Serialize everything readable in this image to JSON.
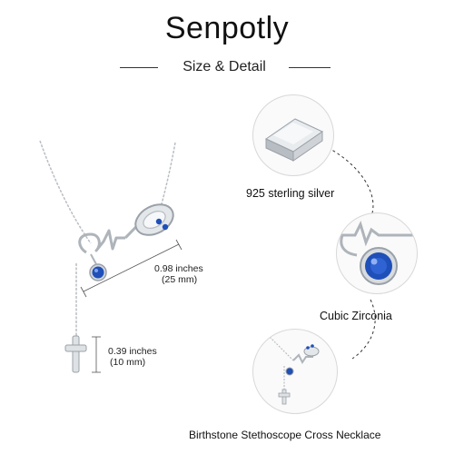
{
  "header": {
    "brand": "Senpotly",
    "subtitle": "Size & Detail"
  },
  "dimensions": {
    "pendant_width": "0.98 inches",
    "pendant_width_mm": "(25 mm)",
    "cross_height": "0.39 inches",
    "cross_height_mm": "(10 mm)"
  },
  "details": [
    {
      "caption": "925 sterling silver"
    },
    {
      "caption": "Cubic Zirconia"
    },
    {
      "caption": "Birthstone Stethoscope Cross Necklace"
    }
  ],
  "colors": {
    "stone_blue": "#1f4fb8",
    "silver": "#c9cdd2",
    "text": "#111111"
  }
}
